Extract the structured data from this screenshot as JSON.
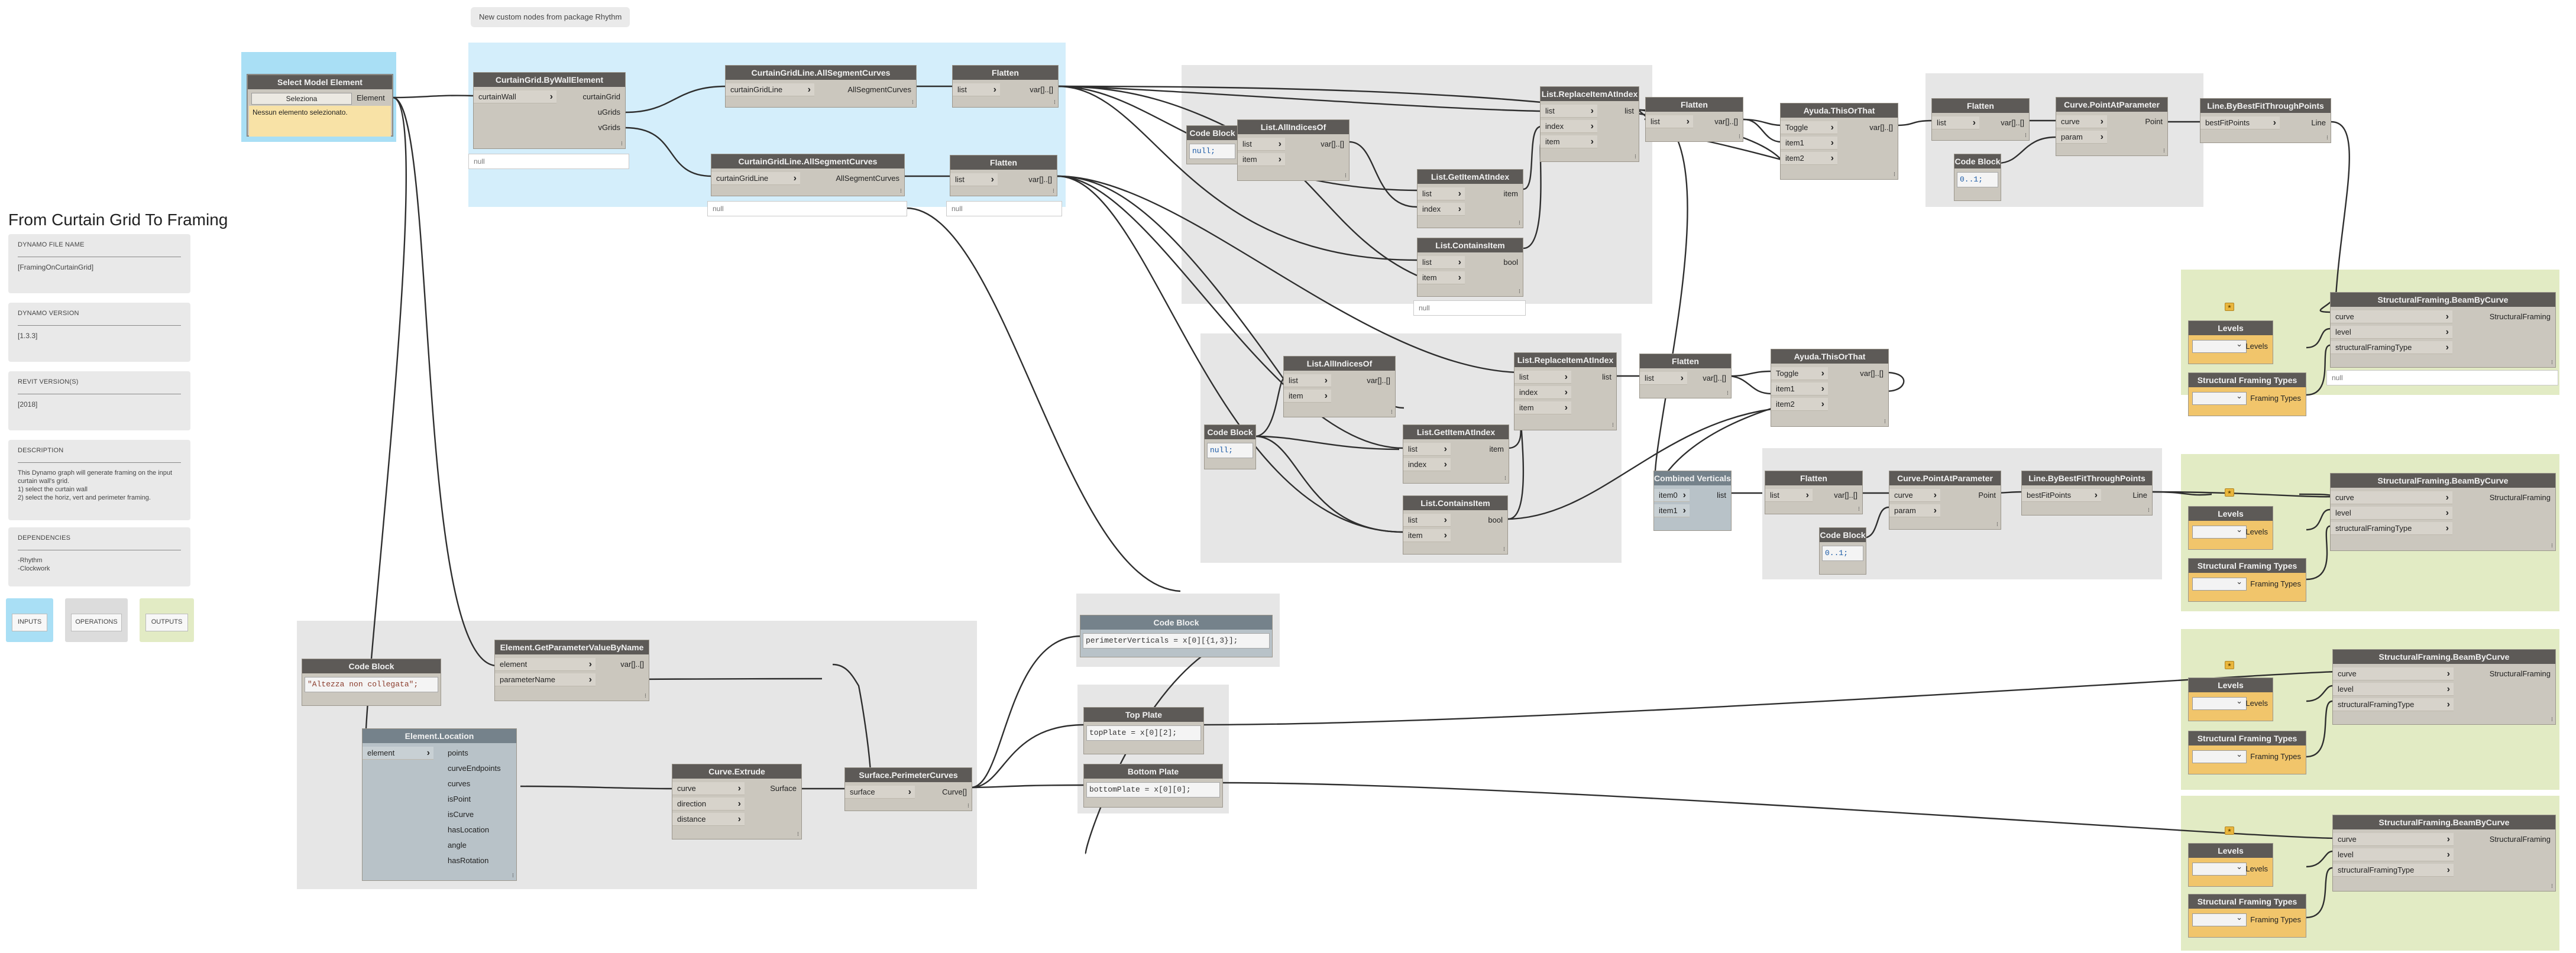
{
  "top_note": "New custom nodes from package Rhythm",
  "left_panel": {
    "title": "From Curtain Grid To Framing",
    "boxes": [
      {
        "header": "DYNAMO FILE NAME",
        "value": "[FramingOnCurtainGrid]"
      },
      {
        "header": "DYNAMO VERSION",
        "value": "[1.3.3]"
      },
      {
        "header": "REVIT VERSION(S)",
        "value": "[2018]"
      },
      {
        "header": "DESCRIPTION",
        "value": "This Dynamo graph will generate framing on the input curtain wall's grid.\n1) select the curtain wall\n2) select the horiz, vert and perimeter framing."
      },
      {
        "header": "DEPENDENCIES",
        "value": "-Rhythm\n-Clockwork"
      }
    ],
    "legend": [
      {
        "label": "INPUTS",
        "color": "#a9dff5"
      },
      {
        "label": "OPERATIONS",
        "color": "#dcdcdc"
      },
      {
        "label": "OUTPUTS",
        "color": "#e2ebc4"
      }
    ]
  },
  "nodes": {
    "select_model_element": {
      "title": "Select Model Element",
      "button": "Seleziona",
      "output": "Element",
      "message": "Nessun elemento selezionato."
    },
    "curtaingrid_bywall": {
      "title": "CurtainGrid.ByWallElement",
      "input": "curtainWall",
      "outputs": [
        "curtainGrid",
        "uGrids",
        "vGrids"
      ],
      "preview": "null"
    },
    "segcurves_u": {
      "title": "CurtainGridLine.AllSegmentCurves",
      "input": "curtainGridLine",
      "output": "AllSegmentCurves"
    },
    "segcurves_v": {
      "title": "CurtainGridLine.AllSegmentCurves",
      "input": "curtainGridLine",
      "output": "AllSegmentCurves",
      "preview": "null"
    },
    "flatten_u": {
      "title": "Flatten",
      "input": "list",
      "output": "var[]..[]"
    },
    "flatten_v": {
      "title": "Flatten",
      "input": "list",
      "output": "var[]..[]",
      "preview": "null"
    },
    "codeblock_1": {
      "title": "Code Block",
      "code": "null;"
    },
    "allindices_1": {
      "title": "List.AllIndicesOf",
      "inputs": [
        "list",
        "item"
      ],
      "output": "var[]..[]"
    },
    "getitem_1": {
      "title": "List.GetItemAtIndex",
      "inputs": [
        "list",
        "index"
      ],
      "output": "item"
    },
    "contains_1": {
      "title": "List.ContainsItem",
      "inputs": [
        "list",
        "item"
      ],
      "output": "bool",
      "preview": "null"
    },
    "replace_1": {
      "title": "List.ReplaceItemAtIndex",
      "inputs": [
        "list",
        "index",
        "item"
      ],
      "output": "list"
    },
    "flatten_2": {
      "title": "Flatten",
      "input": "list",
      "output": "var[]..[]"
    },
    "ayuda_1": {
      "title": "Ayuda.ThisOrThat",
      "inputs": [
        "Toggle",
        "item1",
        "item2"
      ],
      "output": "var[]..[]"
    },
    "flatten_3": {
      "title": "Flatten",
      "input": "list",
      "output": "var[]..[]"
    },
    "codeblock_2": {
      "title": "Code Block",
      "code": "0..1;"
    },
    "pointatparam_1": {
      "title": "Curve.PointAtParameter",
      "inputs": [
        "curve",
        "param"
      ],
      "output": "Point"
    },
    "linebestfit_1": {
      "title": "Line.ByBestFitThroughPoints",
      "input": "bestFitPoints",
      "output": "Line"
    },
    "codeblock_3": {
      "title": "Code Block",
      "code": "null;"
    },
    "allindices_2": {
      "title": "List.AllIndicesOf",
      "inputs": [
        "list",
        "item"
      ],
      "output": "var[]..[]"
    },
    "getitem_2": {
      "title": "List.GetItemAtIndex",
      "inputs": [
        "list",
        "index"
      ],
      "output": "item"
    },
    "contains_2": {
      "title": "List.ContainsItem",
      "inputs": [
        "list",
        "item"
      ],
      "output": "bool"
    },
    "replace_2": {
      "title": "List.ReplaceItemAtIndex",
      "inputs": [
        "list",
        "index",
        "item"
      ],
      "output": "list"
    },
    "flatten_4": {
      "title": "Flatten",
      "input": "list",
      "output": "var[]..[]"
    },
    "ayuda_2": {
      "title": "Ayuda.ThisOrThat",
      "inputs": [
        "Toggle",
        "item1",
        "item2"
      ],
      "output": "var[]..[]"
    },
    "combined_verticals": {
      "title": "Combined Verticals",
      "inputs": [
        "item0",
        "item1"
      ],
      "output": "list"
    },
    "flatten_5": {
      "title": "Flatten",
      "input": "list",
      "output": "var[]..[]"
    },
    "codeblock_4": {
      "title": "Code Block",
      "code": "0..1;"
    },
    "pointatparam_2": {
      "title": "Curve.PointAtParameter",
      "inputs": [
        "curve",
        "param"
      ],
      "output": "Point"
    },
    "linebestfit_2": {
      "title": "Line.ByBestFitThroughPoints",
      "input": "bestFitPoints",
      "output": "Line"
    },
    "codeblock_param": {
      "title": "Code Block",
      "code": "\"Altezza non collegata\";"
    },
    "getparam": {
      "title": "Element.GetParameterValueByName",
      "inputs": [
        "element",
        "parameterName"
      ],
      "output": "var[]..[]"
    },
    "element_location": {
      "title": "Element.Location",
      "input": "element",
      "outputs": [
        "points",
        "curveEndpoints",
        "curves",
        "isPoint",
        "isCurve",
        "hasLocation",
        "angle",
        "hasRotation"
      ]
    },
    "curve_extrude": {
      "title": "Curve.Extrude",
      "inputs": [
        "curve",
        "direction",
        "distance"
      ],
      "output": "Surface"
    },
    "surface_perimeter": {
      "title": "Surface.PerimeterCurves",
      "input": "surface",
      "output": "Curve[]"
    },
    "codeblock_perim": {
      "title": "Code Block",
      "code": "perimeterVerticals = x[0][{1,3}];"
    },
    "top_plate": {
      "title": "Top Plate",
      "code": "topPlate = x[0][2];"
    },
    "bottom_plate": {
      "title": "Bottom Plate",
      "code": "bottomPlate = x[0][0];"
    }
  },
  "outputs": [
    {
      "title": "StructuralFraming.BeamByCurve",
      "inputs": [
        "curve",
        "level",
        "structuralFramingType"
      ],
      "output": "StructuralFraming",
      "levels": "Levels",
      "levels_out": "Levels",
      "types": "Structural Framing Types",
      "types_out": "Framing Types",
      "preview": "null"
    },
    {
      "title": "StructuralFraming.BeamByCurve",
      "inputs": [
        "curve",
        "level",
        "structuralFramingType"
      ],
      "output": "StructuralFraming",
      "levels": "Levels",
      "levels_out": "Levels",
      "types": "Structural Framing Types",
      "types_out": "Framing Types"
    },
    {
      "title": "StructuralFraming.BeamByCurve",
      "inputs": [
        "curve",
        "level",
        "structuralFramingType"
      ],
      "output": "StructuralFraming",
      "levels": "Levels",
      "levels_out": "Levels",
      "types": "Structural Framing Types",
      "types_out": "Framing Types"
    },
    {
      "title": "StructuralFraming.BeamByCurve",
      "inputs": [
        "curve",
        "level",
        "structuralFramingType"
      ],
      "output": "StructuralFraming",
      "levels": "Levels",
      "levels_out": "Levels",
      "types": "Structural Framing Types",
      "types_out": "Framing Types"
    }
  ],
  "lacing_mark": "⁝",
  "colors": {
    "input_group": "#a9dff5",
    "blue_group": "#d4eefb",
    "grey_group": "#e6e6e6",
    "green_group": "#e2ebc4",
    "node_header": "#5d5a57",
    "node_body": "#cbc7be"
  }
}
